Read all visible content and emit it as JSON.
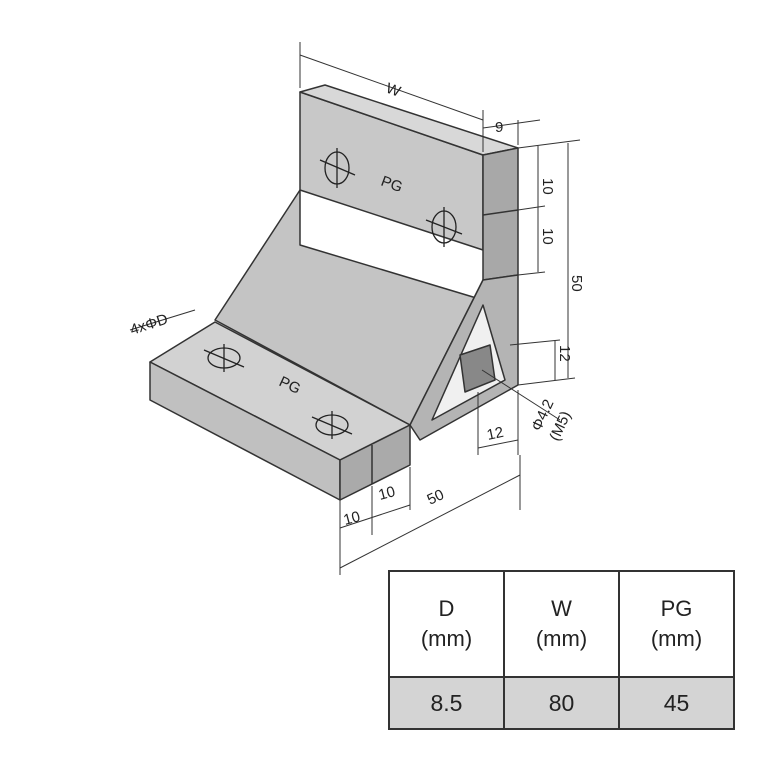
{
  "drawing": {
    "labels": {
      "width": "W",
      "thickness_top": "9",
      "dim_10_a": "10",
      "dim_10_b": "10",
      "height_50": "50",
      "dim_12_vertical": "12",
      "dim_12_horizontal": "12",
      "hole_dia": "Φ4.2",
      "thread": "(M5)",
      "holes": "4xΦD",
      "pg_top": "PG",
      "pg_base": "PG",
      "base_10_a": "10",
      "base_10_b": "10",
      "base_50": "50"
    }
  },
  "table": {
    "headers": [
      {
        "name": "D",
        "unit": "(mm)"
      },
      {
        "name": "W",
        "unit": "(mm)"
      },
      {
        "name": "PG",
        "unit": "(mm)"
      }
    ],
    "values": [
      "8.5",
      "80",
      "45"
    ]
  }
}
